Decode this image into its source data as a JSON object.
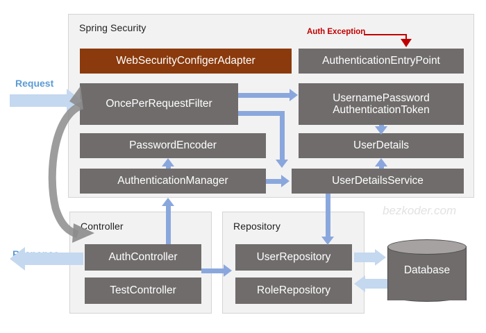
{
  "diagram": {
    "watermark": "bezkoder.com",
    "colors": {
      "component": "#706c6c",
      "highlight": "#8a3a0c",
      "group_bg": "#f2f2f2",
      "arrow_blue": "#8aa7dd",
      "arrow_pale": "#c4d8ef",
      "exception_red": "#c00000",
      "io_label": "#5b9bd5"
    },
    "groups": [
      {
        "name": "spring-security",
        "title": "Spring Security"
      },
      {
        "name": "controller",
        "title": "Controller"
      },
      {
        "name": "repository",
        "title": "Repository"
      }
    ],
    "spring_security": {
      "title": "Spring Security",
      "components": [
        {
          "name": "web-security-configer-adapter",
          "label": "WebSecurityConfigerAdapter"
        },
        {
          "name": "authentication-entry-point",
          "label": "AuthenticationEntryPoint"
        },
        {
          "name": "once-per-request-filter",
          "label": "OncePerRequestFilter"
        },
        {
          "name": "username-password-authentication-token",
          "label_line1": "UsernamePassword",
          "label_line2": "AuthenticationToken"
        },
        {
          "name": "password-encoder",
          "label": "PasswordEncoder"
        },
        {
          "name": "user-details",
          "label": "UserDetails"
        },
        {
          "name": "authentication-manager",
          "label": "AuthenticationManager"
        },
        {
          "name": "user-details-service",
          "label": "UserDetailsService"
        }
      ]
    },
    "controller": {
      "title": "Controller",
      "components": [
        {
          "name": "auth-controller",
          "label": "AuthController"
        },
        {
          "name": "test-controller",
          "label": "TestController"
        }
      ]
    },
    "repository": {
      "title": "Repository",
      "components": [
        {
          "name": "user-repository",
          "label": "UserRepository"
        },
        {
          "name": "role-repository",
          "label": "RoleRepository"
        }
      ]
    },
    "database": {
      "name": "database",
      "label": "Database"
    },
    "flows": {
      "request": "Request",
      "response": "Response",
      "auth_exception": "Auth Exception"
    }
  }
}
